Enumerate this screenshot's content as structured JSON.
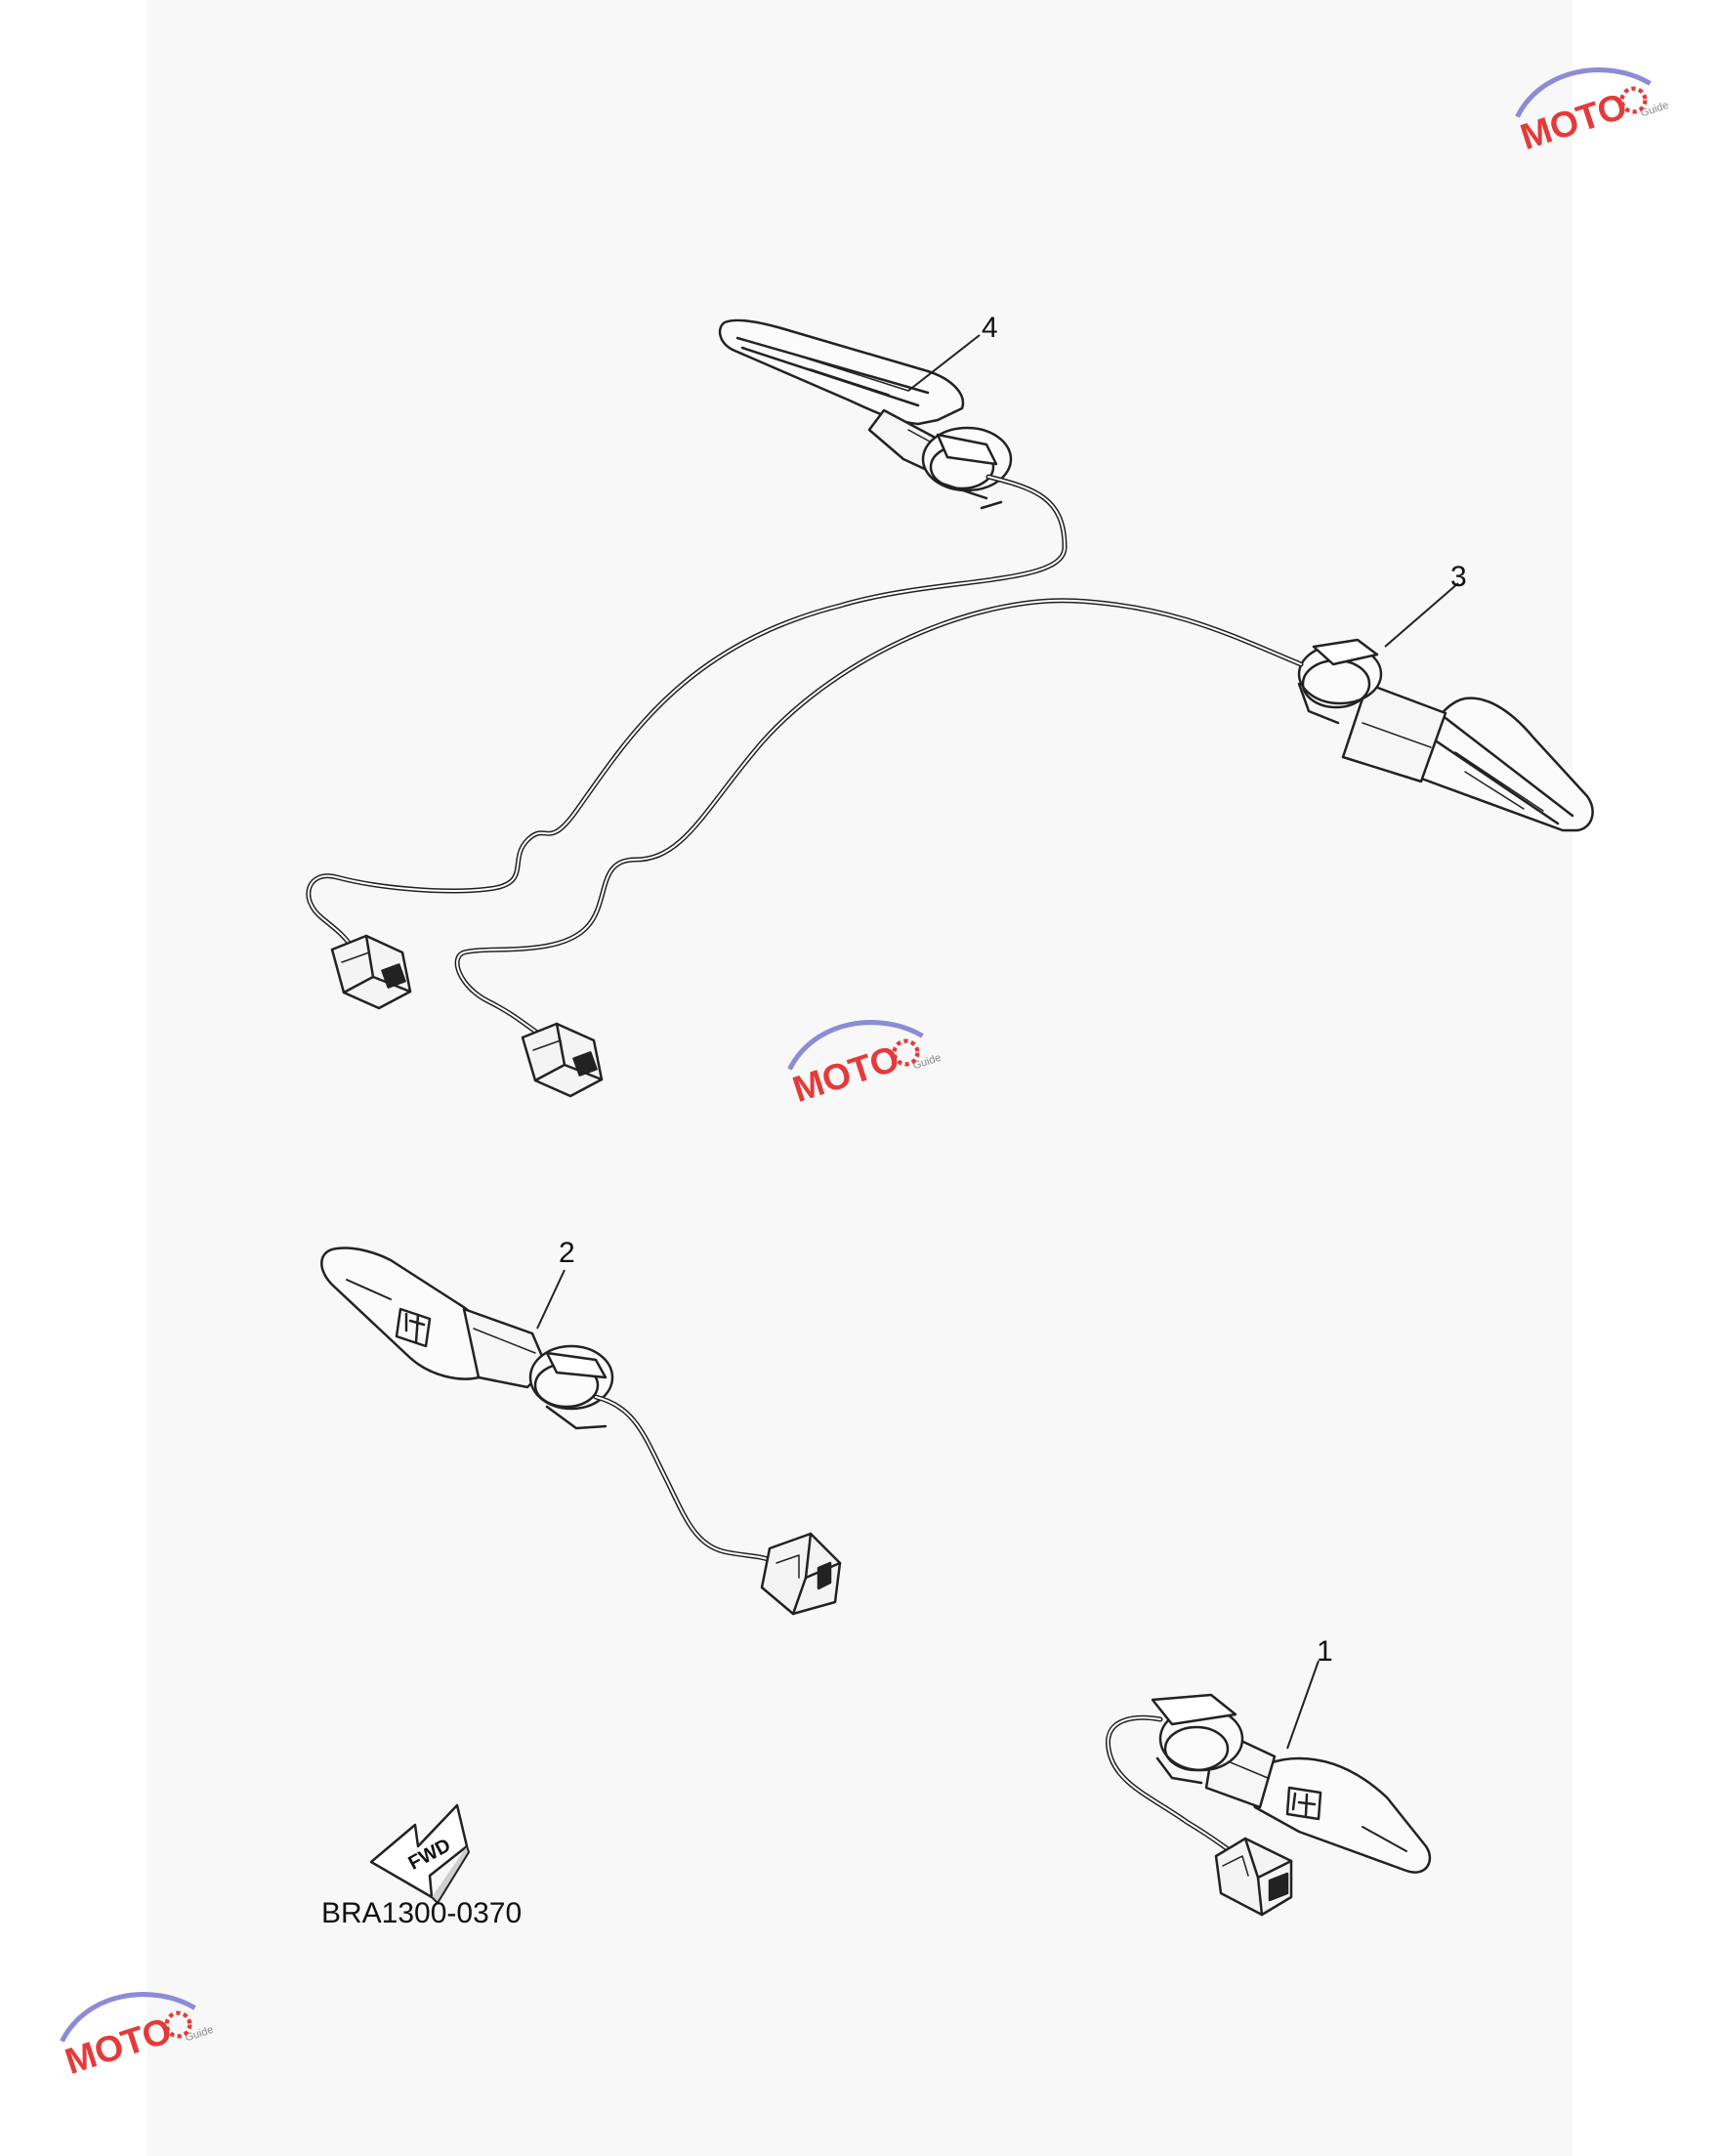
{
  "diagram": {
    "callouts": {
      "part1": "1",
      "part2": "2",
      "part3": "3",
      "part4": "4"
    },
    "fwd_label": "FWD",
    "drawing_code": "BRA1300-0370"
  },
  "watermark": {
    "main": "MOTO",
    "sub": "Guide",
    "colors": {
      "red": "#e53a3a",
      "blue": "#8c8cd6"
    }
  }
}
